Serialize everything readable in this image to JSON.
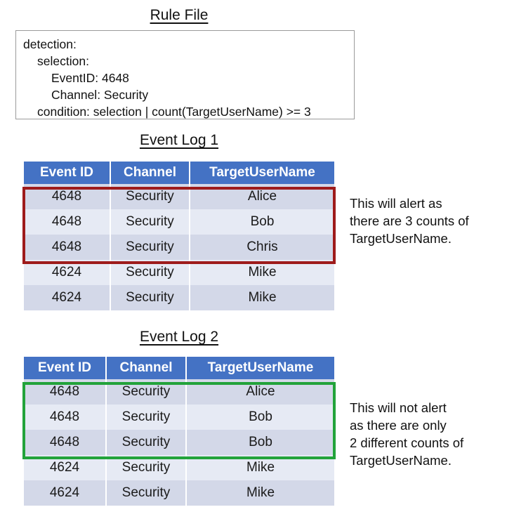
{
  "page": {
    "background": "#ffffff",
    "header_color": "#4472c4",
    "row_color_odd": "#d3d8e8",
    "row_color_even": "#e6eaf4",
    "alert_frame_color": "#9e1b1b",
    "no_alert_frame_color": "#22a33a"
  },
  "rule_file": {
    "title": "Rule File",
    "lines": [
      "detection:",
      "selection:",
      "EventID: 4648",
      "Channel: Security",
      "condition: selection | count(TargetUserName) >= 3"
    ]
  },
  "event_log_1": {
    "title": "Event Log 1",
    "columns": [
      "Event ID",
      "Channel",
      "TargetUserName"
    ],
    "rows": [
      [
        "4648",
        "Security",
        "Alice"
      ],
      [
        "4648",
        "Security",
        "Bob"
      ],
      [
        "4648",
        "Security",
        "Chris"
      ],
      [
        "4624",
        "Security",
        "Mike"
      ],
      [
        "4624",
        "Security",
        "Mike"
      ]
    ],
    "note": "This will alert as\nthere are 3 counts of\nTargetUserName."
  },
  "event_log_2": {
    "title": "Event Log 2",
    "columns": [
      "Event ID",
      "Channel",
      "TargetUserName"
    ],
    "rows": [
      [
        "4648",
        "Security",
        "Alice"
      ],
      [
        "4648",
        "Security",
        "Bob"
      ],
      [
        "4648",
        "Security",
        "Bob"
      ],
      [
        "4624",
        "Security",
        "Mike"
      ],
      [
        "4624",
        "Security",
        "Mike"
      ]
    ],
    "note": "This will not alert\nas there are only\n2 different counts of\nTargetUserName."
  }
}
